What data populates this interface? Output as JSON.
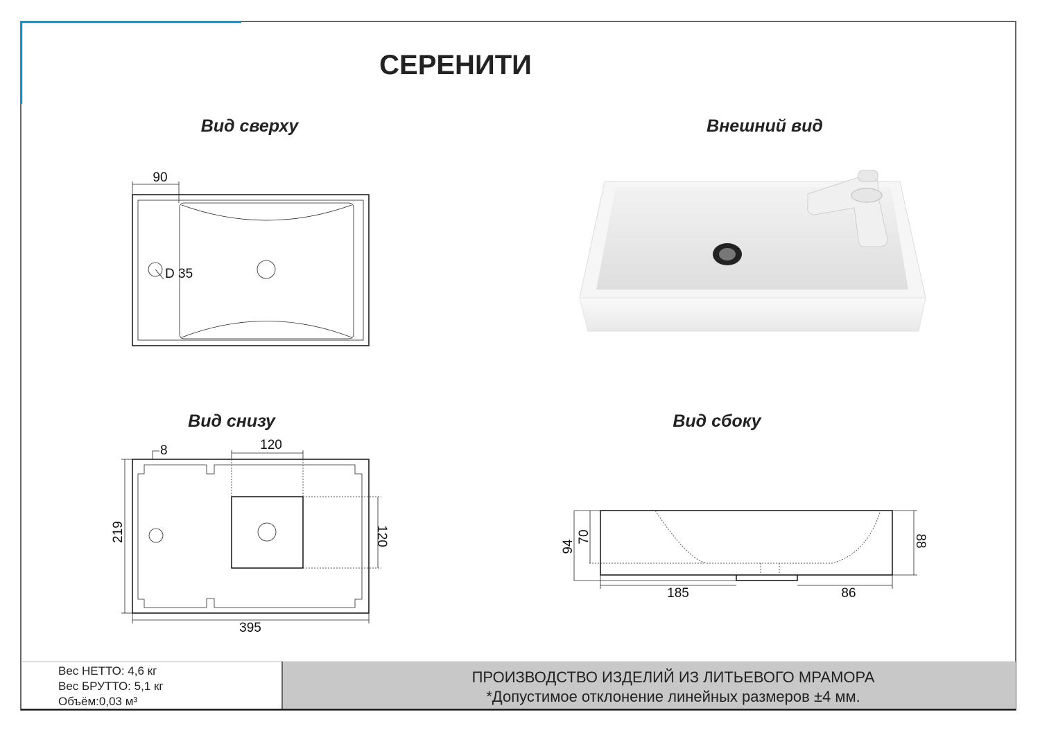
{
  "title": "СЕРЕНИТИ",
  "views": {
    "top": {
      "label": "Вид сверху",
      "dims": {
        "offset": "90",
        "hole": "D 35"
      }
    },
    "exterior": {
      "label": "Внешний вид"
    },
    "bottom": {
      "label": "Вид снизу",
      "dims": {
        "edge": "8",
        "plate_width": "120",
        "plate_height": "120",
        "height": "219",
        "width": "395"
      }
    },
    "side": {
      "label": "Вид сбоку",
      "dims": {
        "total_height": "94",
        "bowl_depth": "70",
        "right_height": "88",
        "left_offset": "185",
        "right_offset": "86"
      }
    }
  },
  "footer": {
    "net_weight": "Вес НЕТТО: 4,6 кг",
    "gross_weight": "Вес БРУТТО: 5,1 кг",
    "volume": "Объём:0,03 м³",
    "production": "ПРОИЗВОДСТВО ИЗДЕЛИЙ ИЗ ЛИТЬЕВОГО МРАМОРА",
    "tolerance": "*Допустимое отклонение линейных размеров ±4 мм."
  },
  "colors": {
    "accent": "#1a8fc0",
    "footer_bg": "#c8c8c8",
    "frame": "#333333"
  }
}
